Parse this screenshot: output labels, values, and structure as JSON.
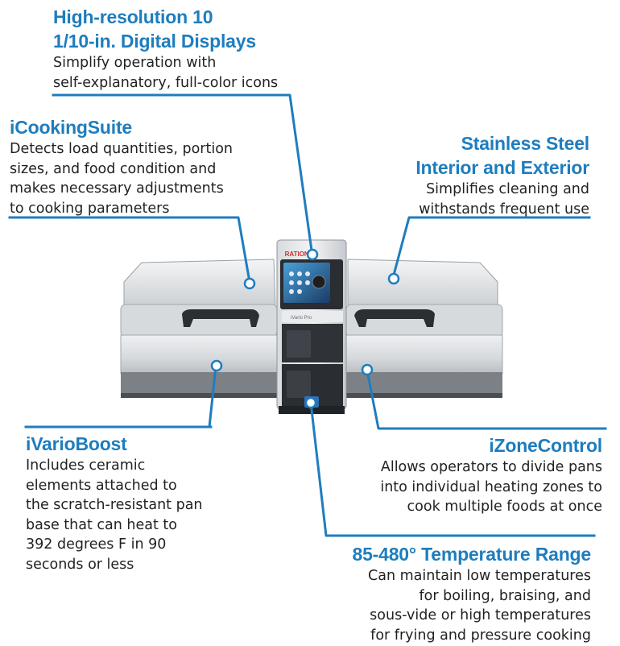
{
  "colors": {
    "accent": "#1e7dbe",
    "text": "#222222",
    "steel_light": "#e6e8ea",
    "steel_dark": "#3a3d42"
  },
  "callouts": {
    "display": {
      "title_lines": [
        "High-resolution 10",
        "1/10-in. Digital Displays"
      ],
      "body_lines": [
        "Simplify operation with",
        "self-explanatory, full-color icons"
      ]
    },
    "cooking_suite": {
      "title_lines": [
        "iCookingSuite"
      ],
      "body_lines": [
        "Detects load quantities, portion",
        "sizes, and food condition and",
        "makes necessary adjustments",
        "to cooking parameters"
      ]
    },
    "stainless": {
      "title_lines": [
        "Stainless Steel",
        "Interior and Exterior"
      ],
      "body_lines": [
        "Simplifies cleaning and",
        "withstands frequent use"
      ]
    },
    "vario_boost": {
      "title_lines": [
        "iVarioBoost"
      ],
      "body_lines": [
        "Includes ceramic",
        "elements attached to",
        "the scratch-resistant pan",
        "base that can heat to",
        "392 degrees F in 90",
        "seconds or less"
      ]
    },
    "zone_control": {
      "title_lines": [
        "iZoneControl"
      ],
      "body_lines": [
        "Allows operators to divide pans",
        "into individual heating zones to",
        "cook multiple foods at once"
      ]
    },
    "temperature": {
      "title_lines": [
        "85-480° Temperature Range"
      ],
      "body_lines": [
        "Can maintain low temperatures",
        "for boiling, braising, and",
        "sous-vide or high temperatures",
        "for frying and pressure cooking"
      ]
    }
  },
  "product": {
    "brand_logo": "RATIONAL",
    "model_label": "iVario Pro",
    "icons": [
      "pointer-dot-icon",
      "control-knob-icon",
      "touch-screen-icon"
    ]
  }
}
